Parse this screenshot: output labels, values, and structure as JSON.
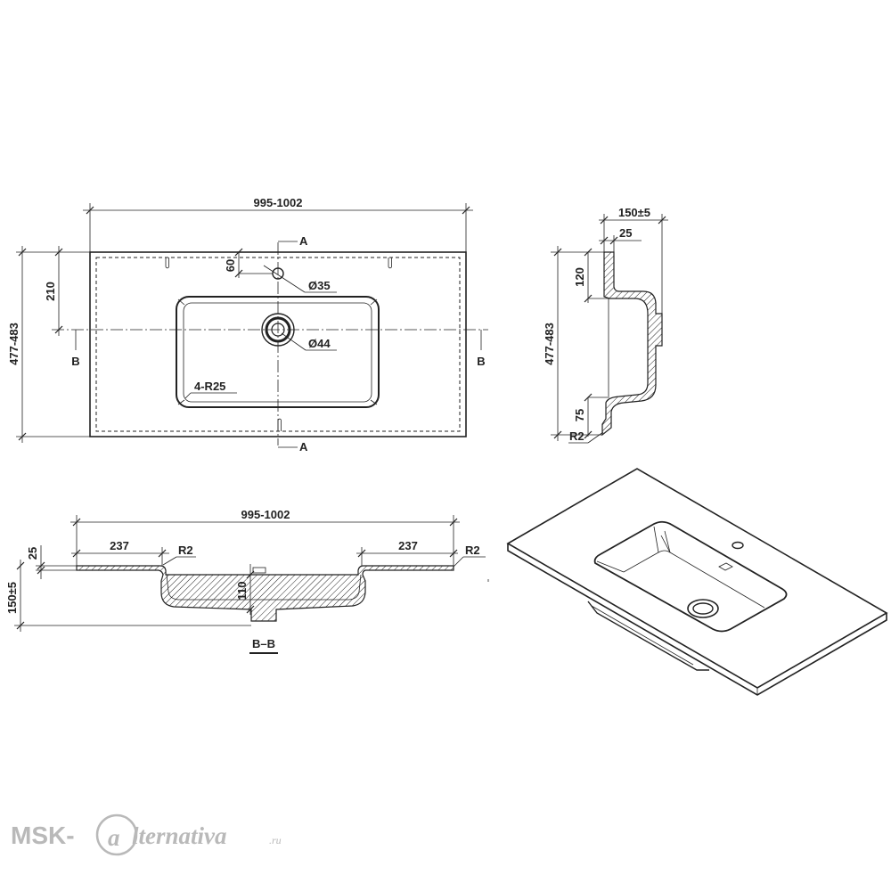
{
  "plan_view": {
    "width_dim": "995-1002",
    "depth_dim": "477-483",
    "tap_offset_dim": "60",
    "tap_hole_dim": "Ø35",
    "centerline_dim": "210",
    "drain_dim": "Ø44",
    "corner_radius_dim": "4-R25",
    "section_a_top": "A",
    "section_a_bottom": "A",
    "section_b_left": "B",
    "section_b_right": "B"
  },
  "side_section": {
    "depth_dim": "477-483",
    "height_dim": "150±5",
    "rim_dim": "25",
    "back_dim": "120",
    "front_dim": "75",
    "radius_dim": "R2"
  },
  "front_section": {
    "width_dim": "995-1002",
    "rim_dim": "25",
    "height_dim": "150±5",
    "left_ledge_dim": "237",
    "right_ledge_dim": "237",
    "left_radius_dim": "R2",
    "right_radius_dim": "R2",
    "bowl_depth_dim": "110",
    "section_label": "B–B"
  },
  "watermark": {
    "prefix": "MSK-",
    "script": "lternativa",
    "suffix": ".ru"
  }
}
